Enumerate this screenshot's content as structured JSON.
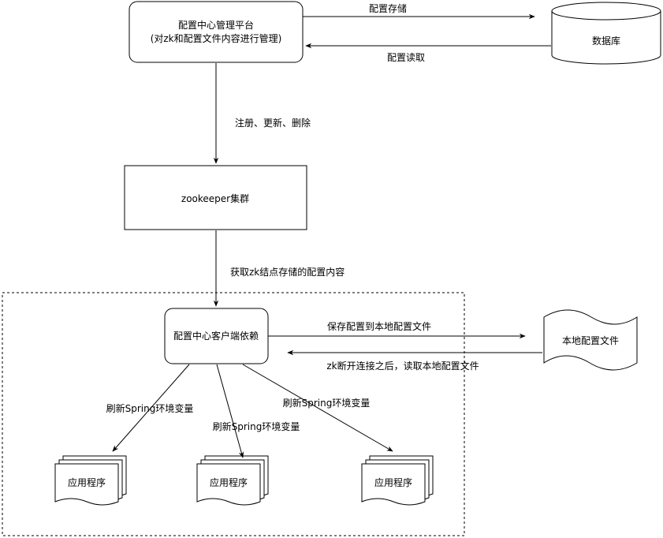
{
  "nodes": {
    "platform": {
      "line1": "配置中心管理平台",
      "line2": "(对zk和配置文件内容进行管理)"
    },
    "database": {
      "label": "数据库"
    },
    "zookeeper": {
      "label": "zookeeper集群"
    },
    "client": {
      "label": "配置中心客户端依赖"
    },
    "local_file": {
      "label": "本地配置文件"
    },
    "apps": [
      {
        "label": "应用程序"
      },
      {
        "label": "应用程序"
      },
      {
        "label": "应用程序"
      }
    ]
  },
  "edges": {
    "store": "配置存储",
    "read": "配置读取",
    "register": "注册、更新、删除",
    "fetch": "获取zk结点存储的配置内容",
    "save_local": "保存配置到本地配置文件",
    "read_local": "zk断开连接之后，读取本地配置文件",
    "refresh_left": "刷新Spring环境变量",
    "refresh_mid": "刷新Spring环境变量",
    "refresh_right": "刷新Spring环境变量"
  }
}
